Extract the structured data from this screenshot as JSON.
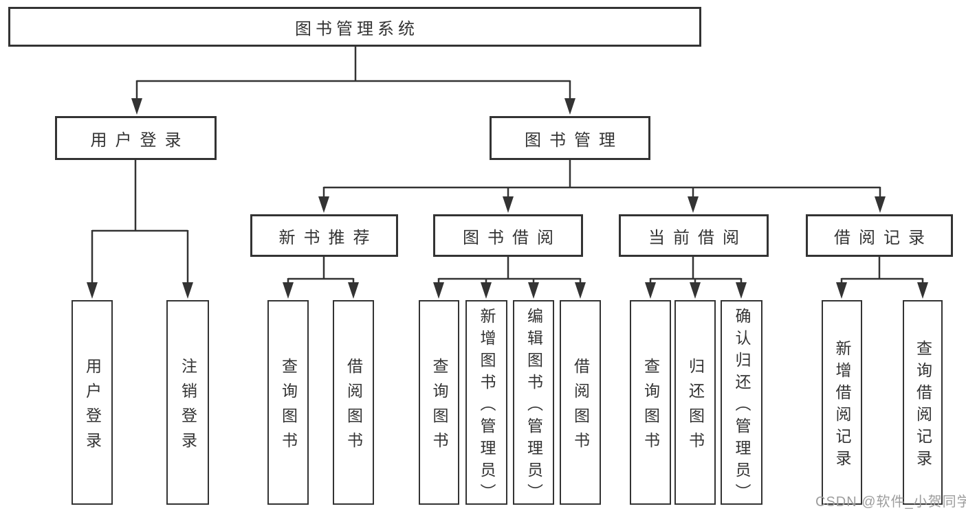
{
  "diagram": {
    "root": {
      "label": "图书管理系统"
    },
    "level2": {
      "user_login": {
        "label": "用户登录"
      },
      "book_management": {
        "label": "图书管理"
      }
    },
    "level3": {
      "new_book_recommend": {
        "label": "新书推荐"
      },
      "book_borrowing": {
        "label": "图书借阅"
      },
      "current_borrowing": {
        "label": "当前借阅"
      },
      "borrowing_records": {
        "label": "借阅记录"
      }
    },
    "leaves": {
      "login": {
        "label": "用户登录"
      },
      "logout": {
        "label": "注销登录"
      },
      "recommend_query_book": {
        "label": "查询图书"
      },
      "recommend_borrow_book": {
        "label": "借阅图书"
      },
      "borrow_query_book": {
        "label": "查询图书"
      },
      "borrow_add_book": {
        "label": "新增图书（管理员）"
      },
      "borrow_edit_book": {
        "label": "编辑图书（管理员）"
      },
      "borrow_borrow_book": {
        "label": "借阅图书"
      },
      "current_query_book": {
        "label": "查询图书"
      },
      "current_return_book": {
        "label": "归还图书"
      },
      "current_confirm_return": {
        "label": "确认归还（管理员）"
      },
      "records_add_record": {
        "label": "新增借阅记录"
      },
      "records_query_record": {
        "label": "查询借阅记录"
      }
    }
  },
  "watermark": {
    "text": "CSDN @软件_小贺同学"
  },
  "colors": {
    "line": "#333333",
    "border": "#333333",
    "text": "#333333",
    "watermark": "#9d9d9d",
    "background": "#ffffff"
  }
}
